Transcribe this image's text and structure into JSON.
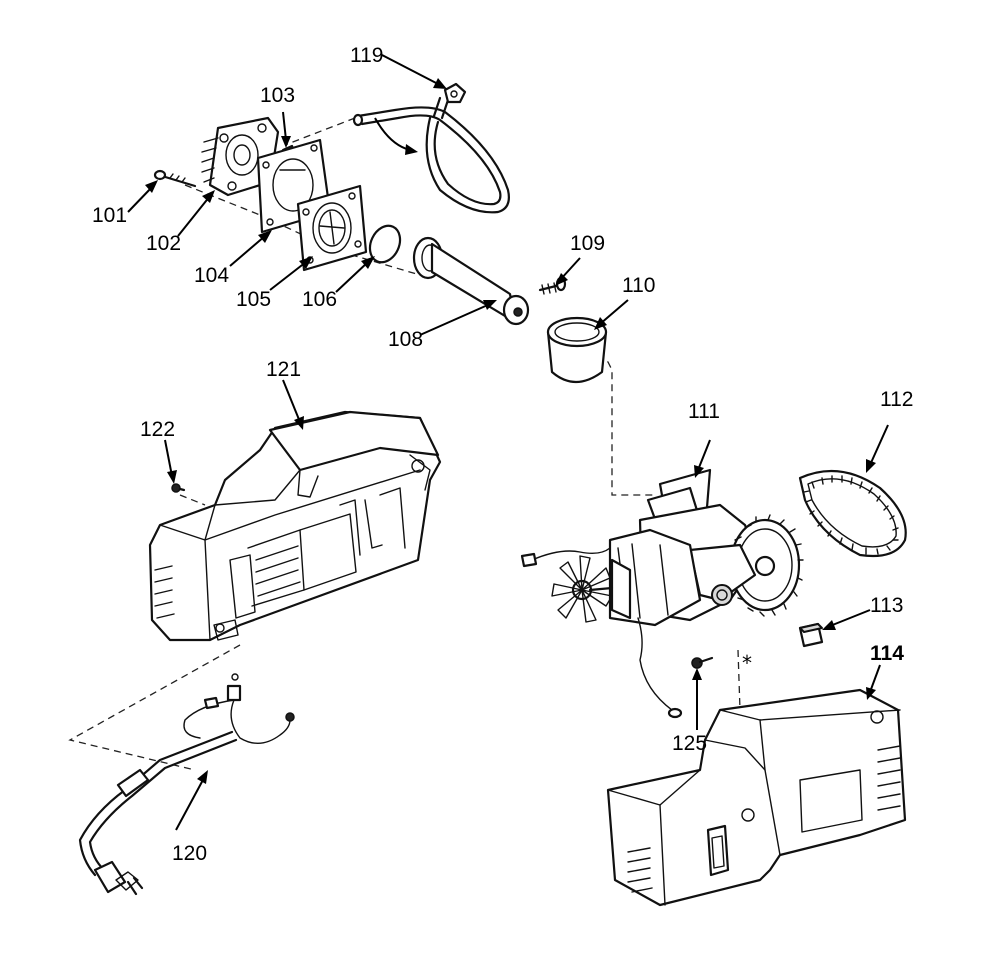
{
  "labels": {
    "p101": "101",
    "p102": "102",
    "p103": "103",
    "p104": "104",
    "p105": "105",
    "p106": "106",
    "p108": "108",
    "p109": "109",
    "p110": "110",
    "p111": "111",
    "p112": "112",
    "p113": "113",
    "p114": "114",
    "p119": "119",
    "p120": "120",
    "p121": "121",
    "p122": "122",
    "p125": "125"
  },
  "note_marker": "*"
}
